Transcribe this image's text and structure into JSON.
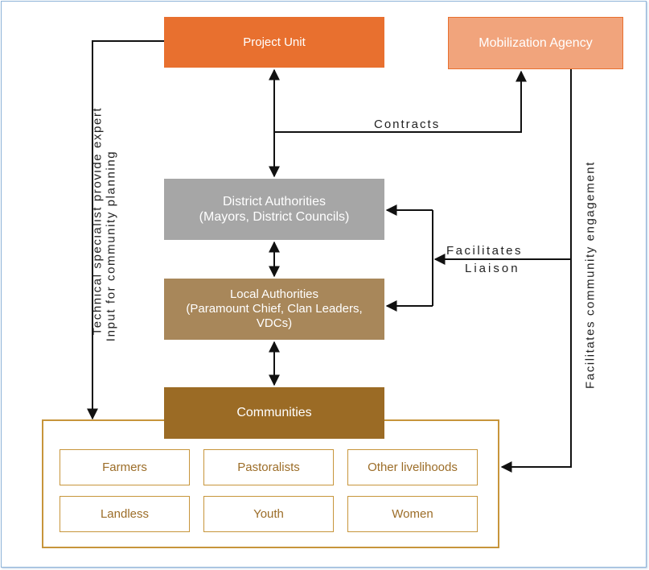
{
  "nodes": {
    "project_unit": {
      "line1": "Project Unit"
    },
    "mobilization_agency": {
      "line1": "Mobilization Agency"
    },
    "district_authorities": {
      "line1": "District Authorities",
      "line2": "(Mayors, District Councils)"
    },
    "local_authorities": {
      "line1": "Local Authorities",
      "line2": "(Paramount Chief, Clan Leaders,",
      "line3": "VDCs)"
    },
    "communities": {
      "line1": "Communities"
    }
  },
  "community_groups": [
    "Farmers",
    "Pastoralists",
    "Other livelihoods",
    "Landless",
    "Youth",
    "Women"
  ],
  "edge_labels": {
    "contracts": "Contracts",
    "facilitates": "Facilitates",
    "liaison": "Liaison",
    "technical_line1": "Technical specialist provide expert",
    "technical_line2": "Input for community planning",
    "engagement": "Facilitates community engagement"
  },
  "colors": {
    "project_unit": "#e8702f",
    "mobilization_agency": "#f1a47c",
    "district_authorities": "#a6a6a6",
    "local_authorities": "#a8875a",
    "communities": "#9b6b25",
    "community_border": "#c7953b",
    "community_text": "#9c6d28"
  }
}
